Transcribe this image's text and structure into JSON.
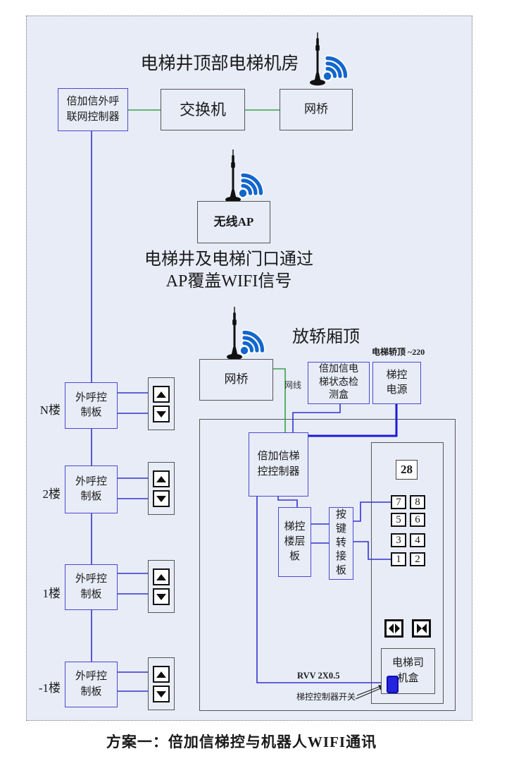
{
  "colors": {
    "canvas_bg": "#e8ecf7",
    "blue_box_border": "#4949cf",
    "gray_box_border": "#555555",
    "wire_blue": "#3333cc",
    "wire_green": "#3aa14f",
    "wire_power": "#1a1ad8",
    "wifi_blue": "#1266cc",
    "switch_fill": "#2424dd"
  },
  "machine_room": {
    "title": "电梯井顶部电梯机房",
    "controller_box": "倍加信外呼\n联网控制器",
    "switch_box": "交换机",
    "bridge_box": "网桥"
  },
  "ap_section": {
    "ap_box": "无线AP",
    "caption_line1": "电梯井及电梯门口通过",
    "caption_line2": "AP覆盖WIFI信号"
  },
  "car_top": {
    "title": "放轿厢顶",
    "power_note": "电梯轿顶 ~220",
    "bridge_box": "网桥",
    "cable_label": "网线",
    "status_box": "倍加信电\n梯状态检\n测盒",
    "power_box": "梯控\n电源",
    "controller_box": "倍加信梯\n控控制器",
    "floor_board_box": "梯控\n楼层\n板",
    "keypad_adapter_box": "按\n键\n转\n接\n板",
    "display": "28",
    "buttons": [
      "7",
      "8",
      "5",
      "6",
      "3",
      "4",
      "1",
      "2"
    ],
    "driver_box": "电梯司\n机盒",
    "cable_note": "RVV 2X0.5",
    "switch_note": "梯控控制器开关"
  },
  "floors": [
    {
      "label": "N楼",
      "board": "外呼控\n制板"
    },
    {
      "label": "2楼",
      "board": "外呼控\n制板"
    },
    {
      "label": "1楼",
      "board": "外呼控\n制板"
    },
    {
      "label": "-1楼",
      "board": "外呼控\n制板"
    }
  ],
  "caption": "方案一：倍加信梯控与机器人WIFI通讯"
}
